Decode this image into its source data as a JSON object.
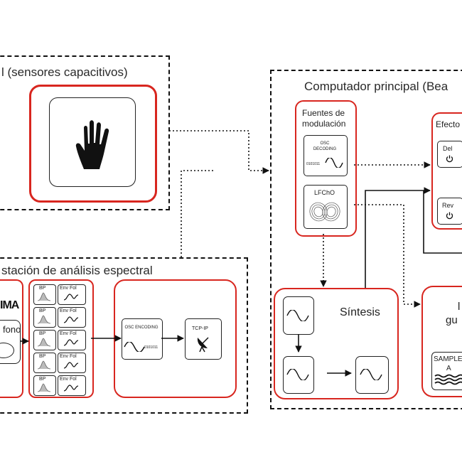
{
  "sensor_panel": {
    "title": "l (sensores capacitivos)",
    "icon": "hand-icon"
  },
  "spectral_panel": {
    "title": "stación de análisis espectral",
    "logo_text": "IMA",
    "mic_label": "fono",
    "band_label": "BP",
    "env_label": "Env Fol",
    "encoding": {
      "label": "OSC ENCODING",
      "bits": "0101011"
    },
    "tcp": {
      "label": "TCP-IP"
    }
  },
  "main_computer": {
    "title": "Computador principal (Bea",
    "modulation": {
      "title_line1": "Fuentes de",
      "title_line2": "modulación",
      "decoding": {
        "label_line1": "OSC",
        "label_line2": "DECODING",
        "bits": "0101011"
      },
      "lfcho": {
        "label": "LFChO"
      }
    },
    "effects": {
      "title": "Efecto",
      "del_label": "Del",
      "rev_label": "Rev"
    },
    "synthesis": {
      "title": "Síntesis"
    },
    "sampler": {
      "title_line1": "l",
      "title_line2": "gu",
      "label_line1": "SAMPLE",
      "label_line2": "A"
    }
  },
  "colors": {
    "accent_red": "#d8261f",
    "line": "#111111"
  }
}
